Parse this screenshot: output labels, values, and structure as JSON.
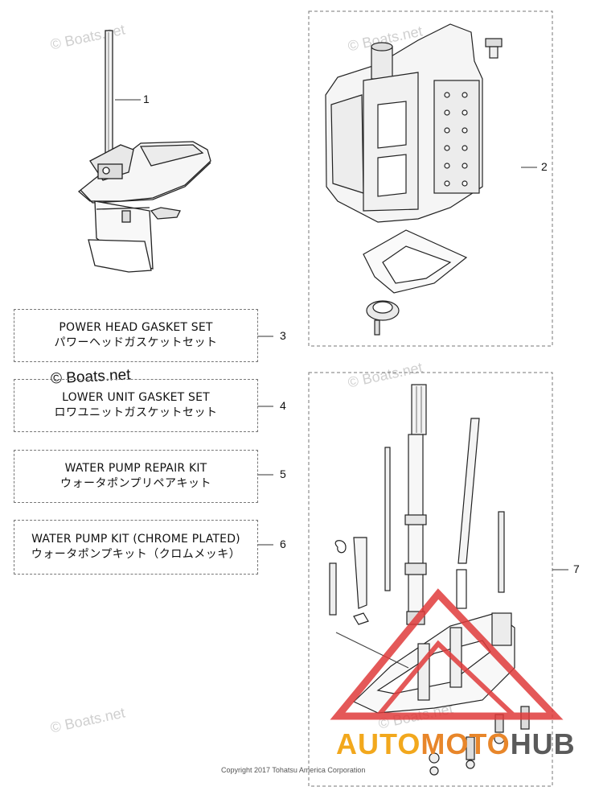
{
  "watermark": {
    "text": "© Boats.net"
  },
  "parts": [
    {
      "number": "1"
    },
    {
      "number": "2"
    },
    {
      "number": "3",
      "en": "POWER HEAD GASKET SET",
      "jp": "パワーヘッドガスケットセット"
    },
    {
      "number": "4",
      "en": "LOWER UNIT GASKET SET",
      "jp": "ロワユニットガスケットセット"
    },
    {
      "number": "5",
      "en": "WATER PUMP REPAIR KIT",
      "jp": "ウォータポンプリペアキット"
    },
    {
      "number": "6",
      "en": "WATER PUMP KIT (CHROME PLATED)",
      "jp": "ウォータポンプキット（クロムメッキ）"
    },
    {
      "number": "7"
    }
  ],
  "copyright": "Copyright 2017 Tohatsu America Corporation",
  "brand": {
    "part1": "AUTO",
    "part2": "MOTO",
    "part3": "HUB",
    "colors": [
      "#f2a81d",
      "#e8862a",
      "#5a5a5a",
      "#e03b3b"
    ]
  }
}
